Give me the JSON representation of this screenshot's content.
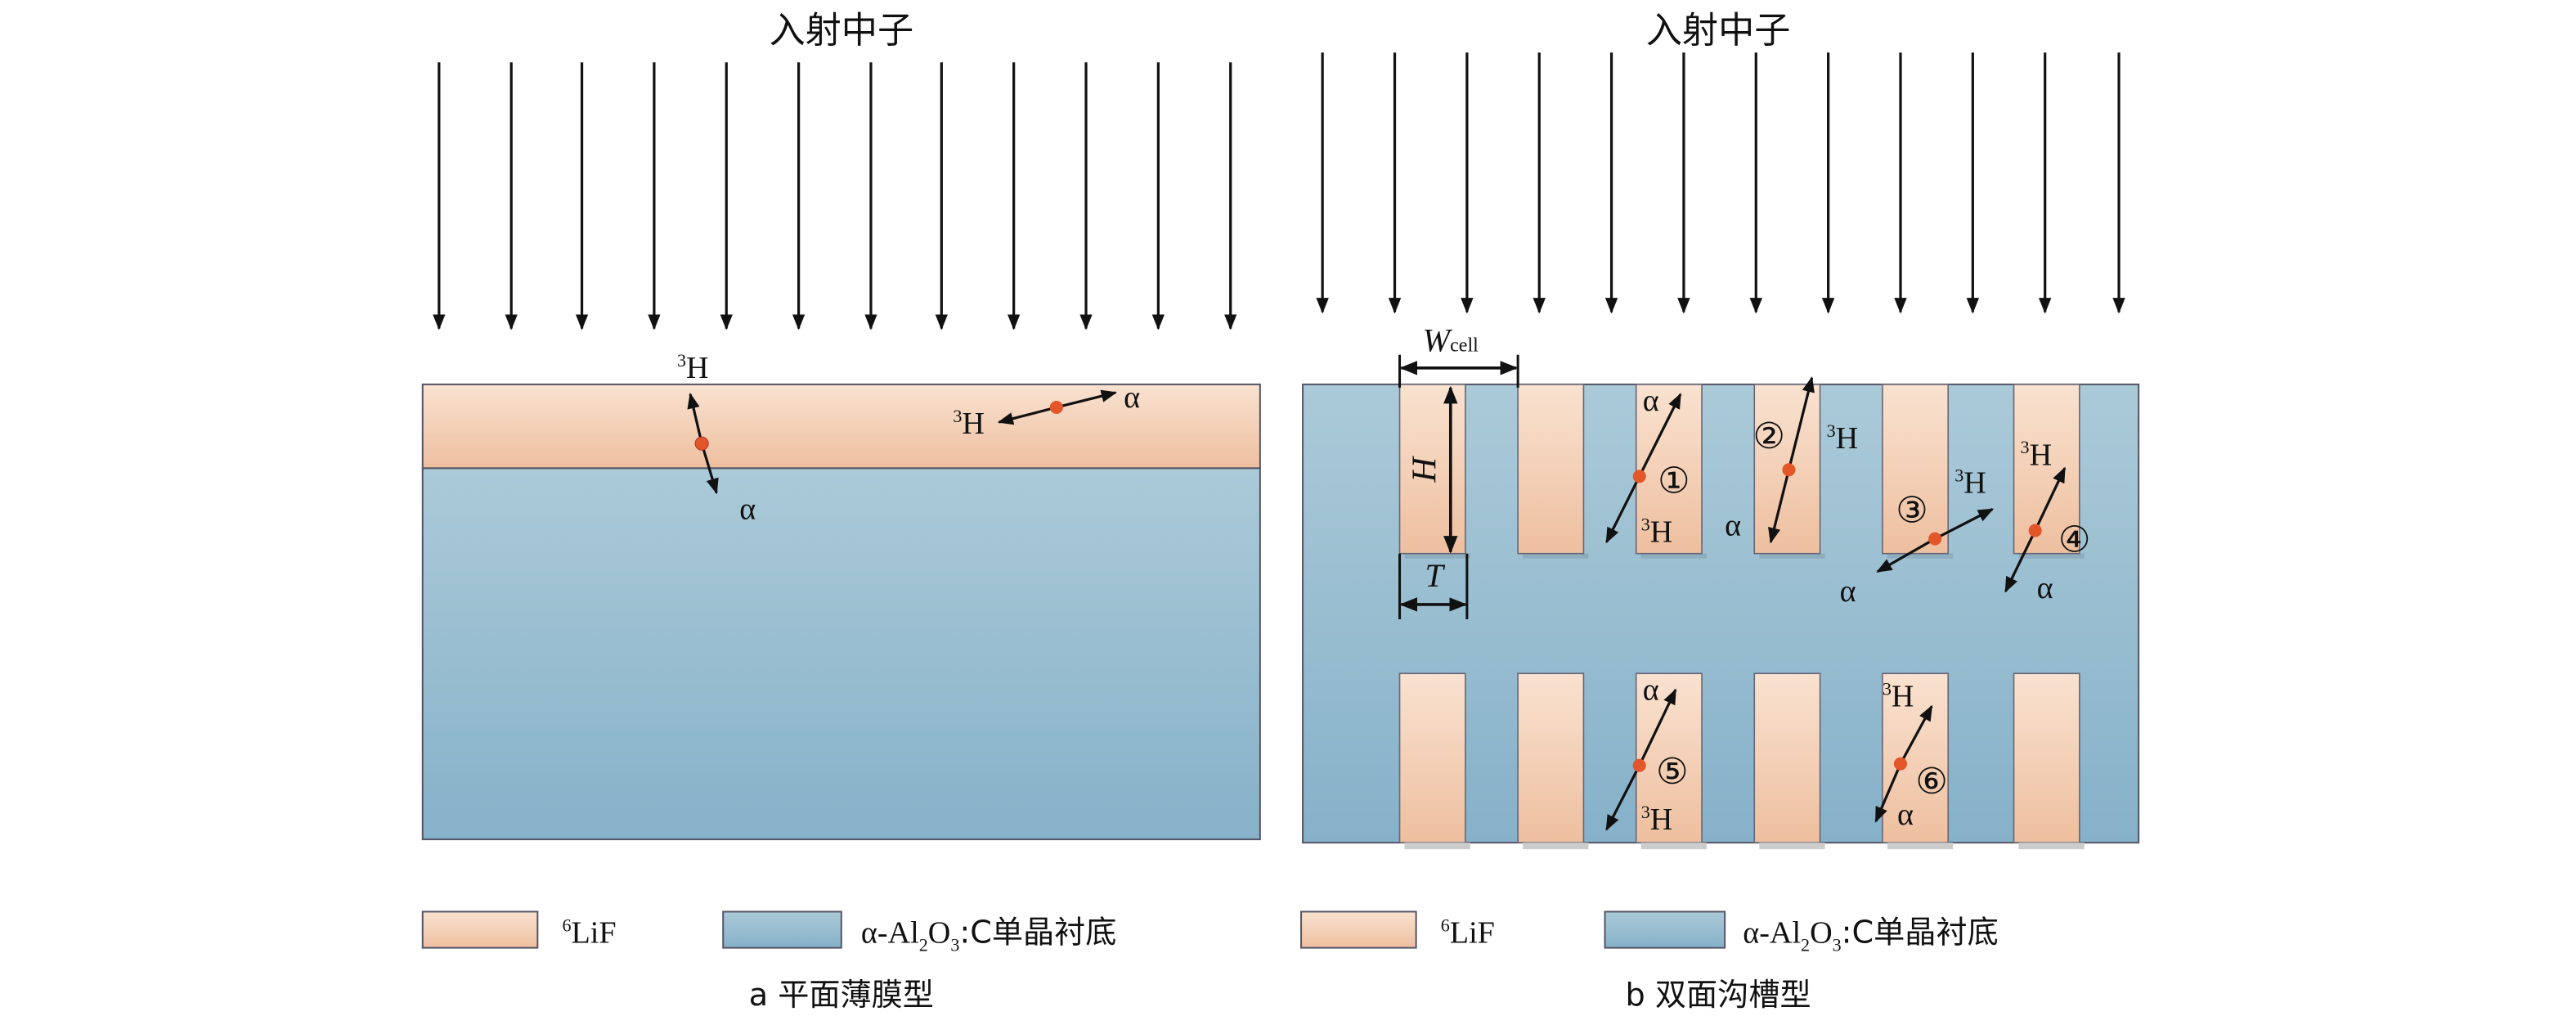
{
  "panel_a": {
    "title": "入射中子",
    "particles": [
      {
        "h_label": "3",
        "h_base": "H",
        "alpha": "α"
      },
      {
        "h_label": "3",
        "h_base": "H",
        "alpha": "α"
      }
    ],
    "legend": [
      {
        "sup": "6",
        "label": "LiF",
        "color": "#f2cdb3"
      },
      {
        "label_pre": "α-Al",
        "sub1": "2",
        "mid": "O",
        "sub2": "3",
        "label_post": ":C单晶衬底",
        "color": "#97bccd"
      }
    ],
    "caption": "a  平面薄膜型"
  },
  "panel_b": {
    "title": "入射中子",
    "dims": {
      "w": "W",
      "w_sub": "cell",
      "h": "H",
      "t": "T"
    },
    "events": [
      {
        "num": "①",
        "h": "H",
        "sup": "3",
        "alpha": "α"
      },
      {
        "num": "②",
        "h": "H",
        "sup": "3",
        "alpha": "α"
      },
      {
        "num": "③",
        "h": "H",
        "sup": "3",
        "alpha": "α"
      },
      {
        "num": "④",
        "h": "H",
        "sup": "3",
        "alpha": "α"
      },
      {
        "num": "⑤",
        "h": "H",
        "sup": "3",
        "alpha": "α"
      },
      {
        "num": "⑥",
        "h": "H",
        "sup": "3",
        "alpha": "α"
      }
    ],
    "legend": [
      {
        "sup": "6",
        "label": "LiF",
        "color": "#f2cdb3"
      },
      {
        "label_pre": "α-Al",
        "sub1": "2",
        "mid": "O",
        "sub2": "3",
        "label_post": ":C单晶衬底",
        "color": "#97bccd"
      }
    ],
    "caption": "b  双面沟槽型"
  },
  "colors": {
    "lif_top": "#f9e2d0",
    "lif_bottom": "#eebf9f",
    "sub_top": "#abcad8",
    "sub_bottom": "#86b1c9",
    "dot": "#e2562a"
  }
}
